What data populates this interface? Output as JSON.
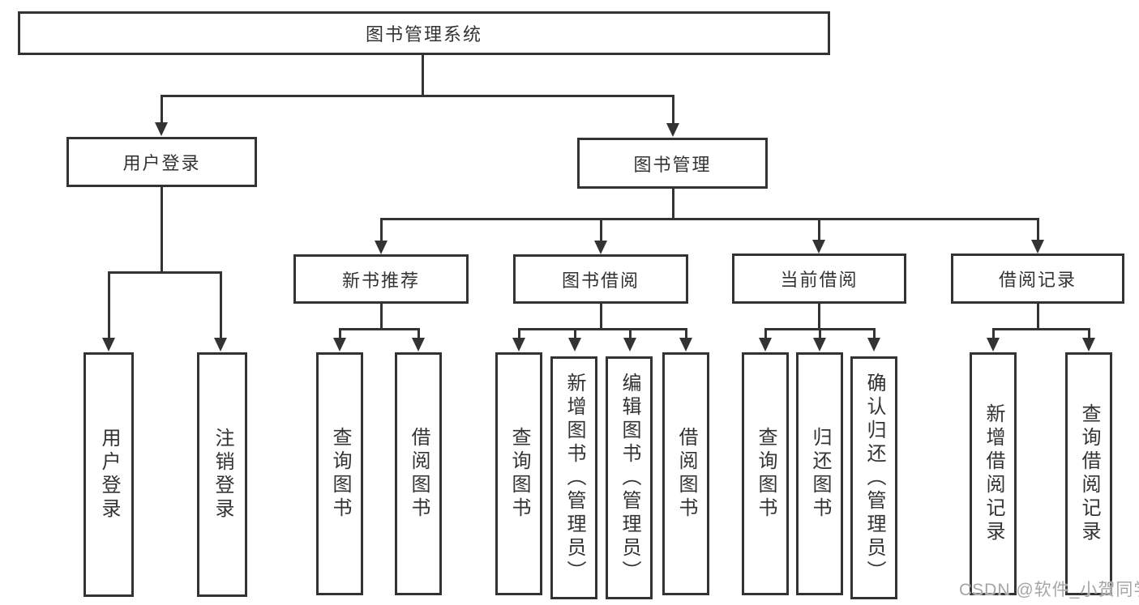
{
  "diagram": {
    "root": {
      "label": "图书管理系统"
    },
    "level2": [
      {
        "label": "用户登录"
      },
      {
        "label": "图书管理"
      }
    ],
    "level3": [
      {
        "label": "新书推荐"
      },
      {
        "label": "图书借阅"
      },
      {
        "label": "当前借阅"
      },
      {
        "label": "借阅记录"
      }
    ],
    "leaves_user": [
      {
        "label": "用户登录"
      },
      {
        "label": "注销登录"
      }
    ],
    "leaves_newbook": [
      {
        "label": "查询图书"
      },
      {
        "label": "借阅图书"
      }
    ],
    "leaves_borrow": [
      {
        "label": "查询图书"
      },
      {
        "label": "新增图书（管理员）"
      },
      {
        "label": "编辑图书（管理员）"
      },
      {
        "label": "借阅图书"
      }
    ],
    "leaves_current": [
      {
        "label": "查询图书"
      },
      {
        "label": "归还图书"
      },
      {
        "label": "确认归还（管理员）"
      }
    ],
    "leaves_record": [
      {
        "label": "新增借阅记录"
      },
      {
        "label": "查询借阅记录"
      }
    ],
    "watermark": "CSDN @软件_小贺同学",
    "colors": {
      "line": "#333333",
      "box_border": "#333333",
      "text": "#333333",
      "background": "#ffffff",
      "watermark": "#a6a6a6"
    }
  }
}
